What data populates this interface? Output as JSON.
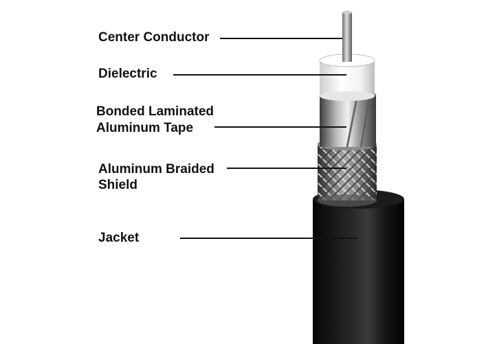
{
  "labels": {
    "center_conductor": "Center Conductor",
    "dielectric": "Dielectric",
    "tape_line1": "Bonded Laminated",
    "tape_line2": "Aluminum Tape",
    "braid_line1": "Aluminum Braided",
    "braid_line2": "Shield",
    "jacket": "Jacket"
  },
  "colors": {
    "jacket": "#0e0e0e",
    "dielectric": "#f2f2f2",
    "tape": "#9a9a9a",
    "braid": "#8a8a8a",
    "conductor": "#a8a8a8",
    "leader_line": "#111111"
  }
}
